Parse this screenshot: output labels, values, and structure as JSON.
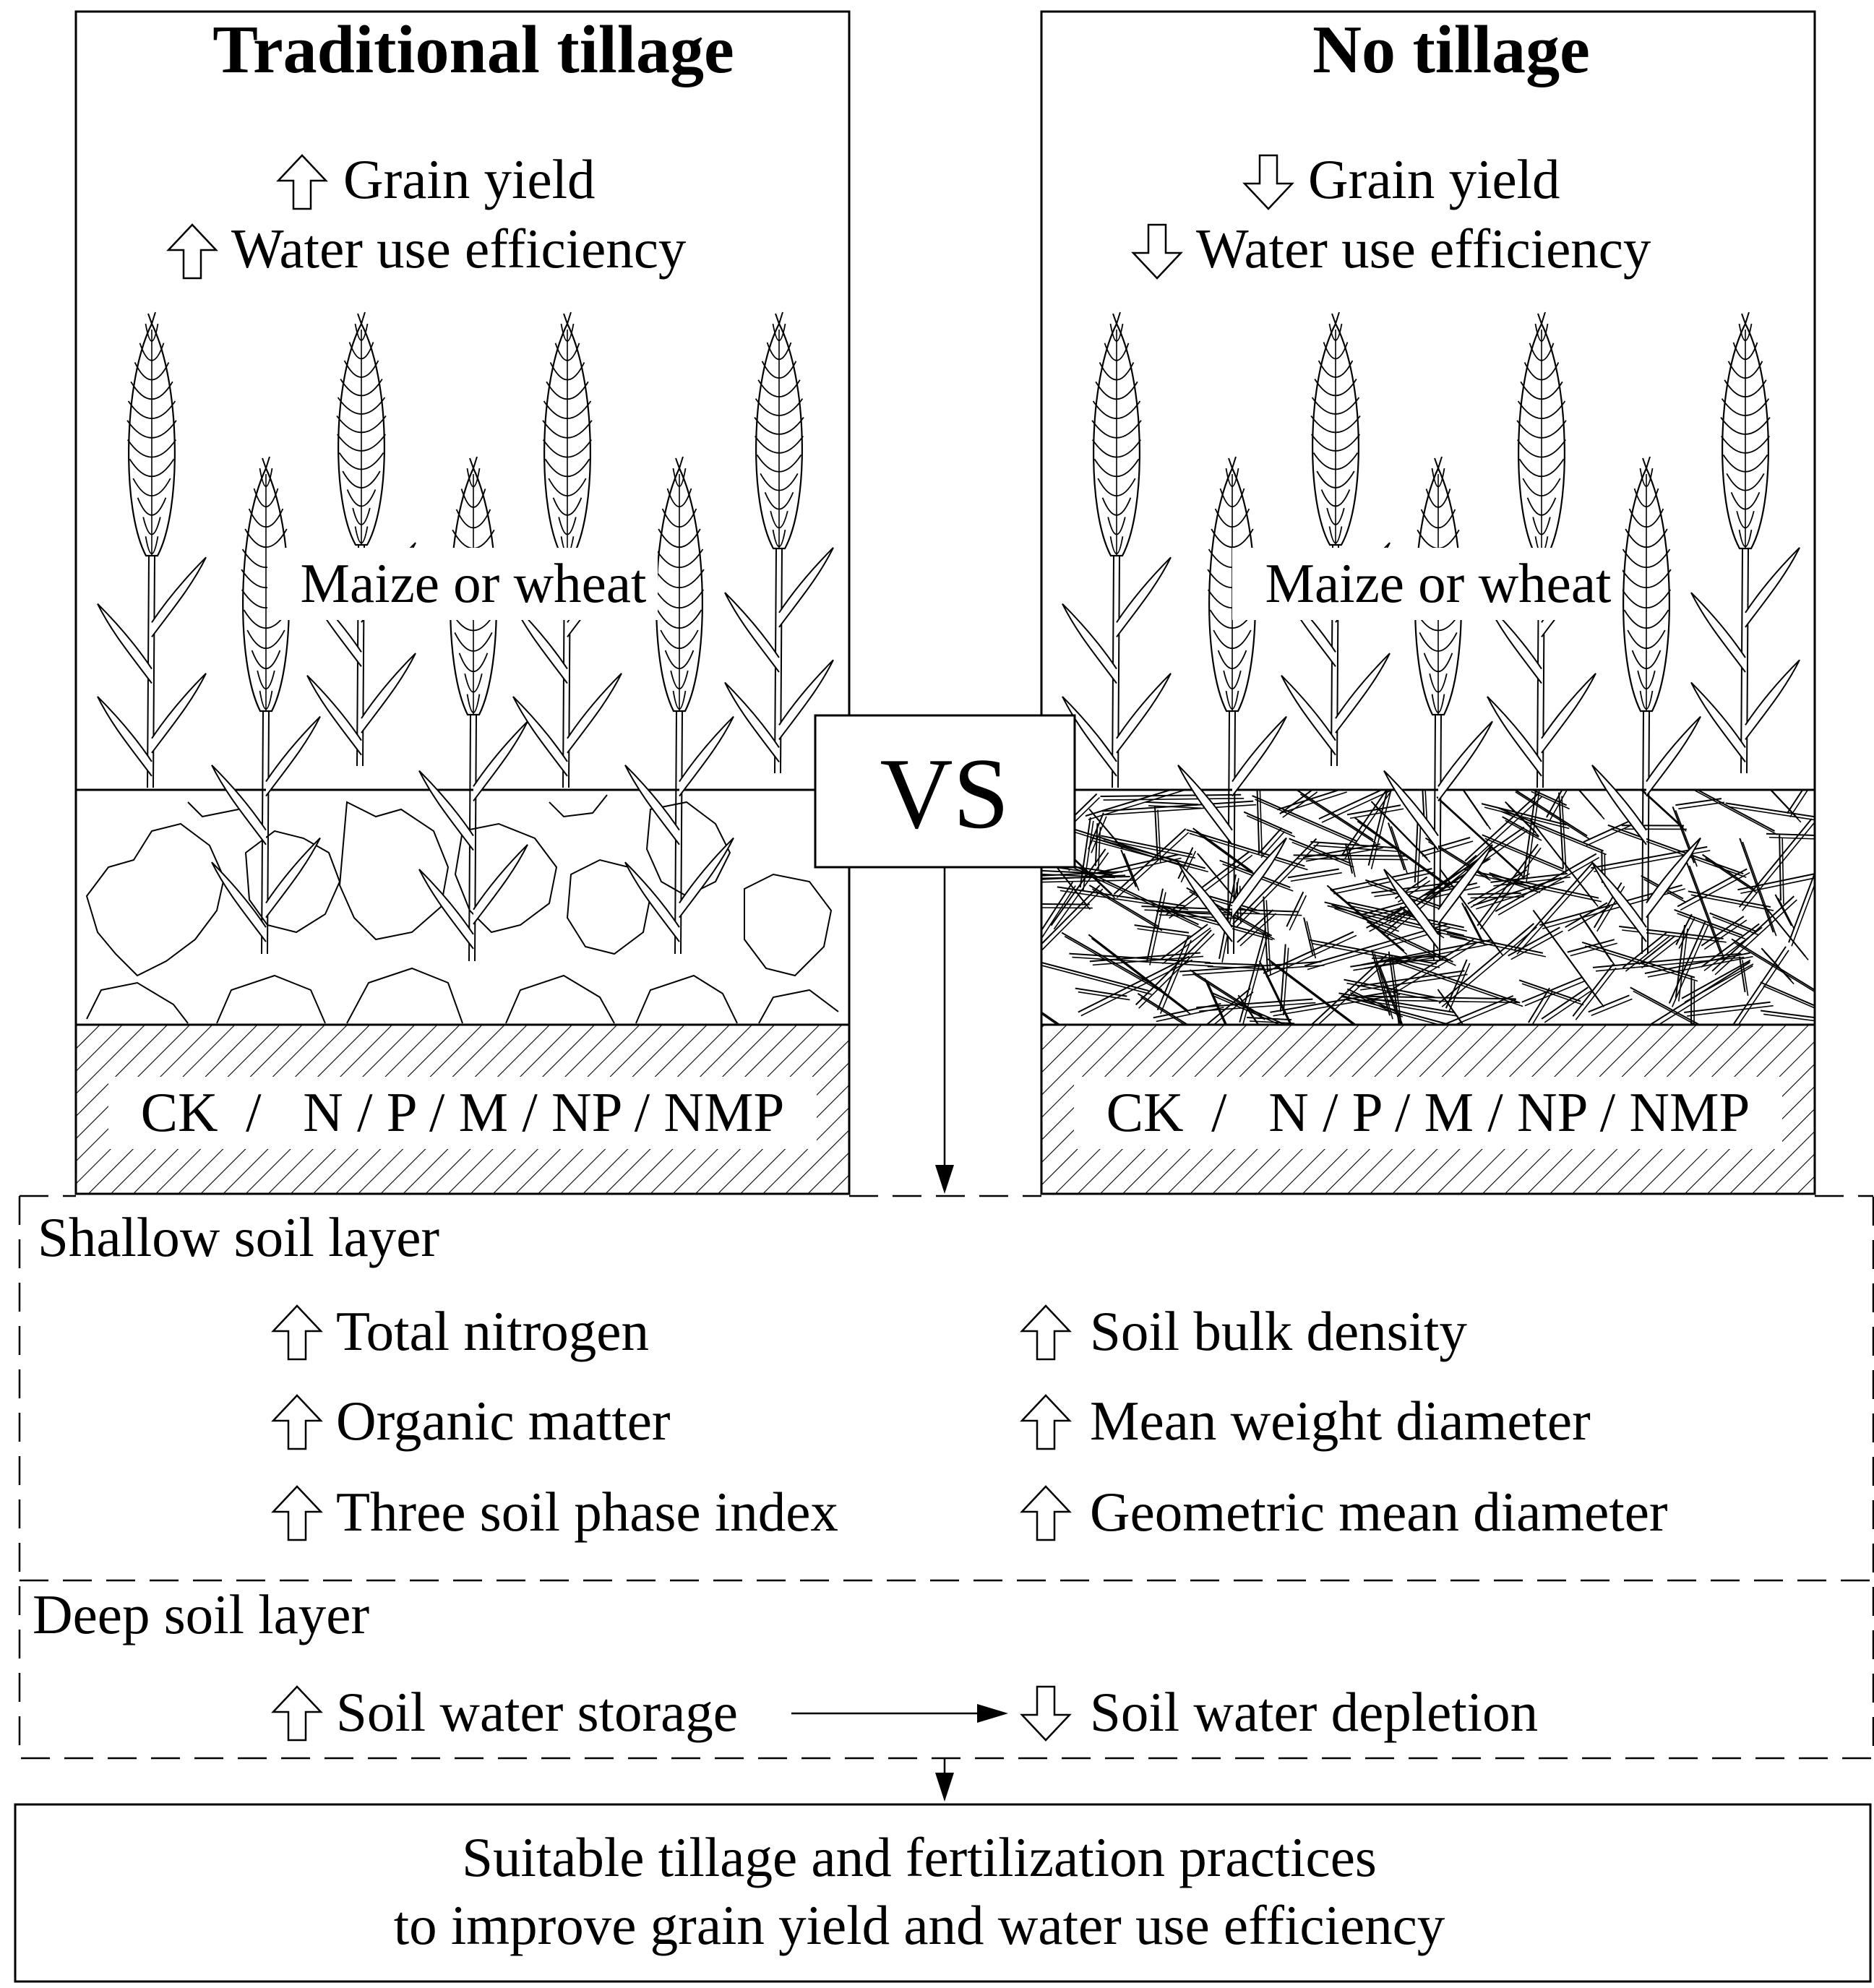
{
  "left_panel": {
    "title": "Traditional tillage",
    "effects": [
      {
        "direction": "up",
        "label": "Grain yield"
      },
      {
        "direction": "up",
        "label": "Water use efficiency"
      }
    ],
    "crop_label": "Maize or wheat",
    "treatments": "CK  /   N / P / M / NP / NMP"
  },
  "right_panel": {
    "title": "No tillage",
    "effects": [
      {
        "direction": "down",
        "label": "Grain yield"
      },
      {
        "direction": "down",
        "label": "Water use efficiency"
      }
    ],
    "crop_label": "Maize or wheat",
    "treatments": "CK  /   N / P / M / NP / NMP"
  },
  "versus_label": "VS",
  "shallow_layer": {
    "heading": "Shallow soil layer",
    "left_items": [
      {
        "direction": "up",
        "label": "Total nitrogen"
      },
      {
        "direction": "up",
        "label": "Organic matter"
      },
      {
        "direction": "up",
        "label": "Three soil phase index"
      }
    ],
    "right_items": [
      {
        "direction": "up",
        "label": "Soil bulk density"
      },
      {
        "direction": "up",
        "label": "Mean weight diameter"
      },
      {
        "direction": "up",
        "label": "Geometric mean diameter"
      }
    ]
  },
  "deep_layer": {
    "heading": "Deep soil layer",
    "cause": {
      "direction": "up",
      "label": "Soil water storage"
    },
    "effect": {
      "direction": "down",
      "label": "Soil water depletion"
    }
  },
  "conclusion": {
    "line1": "Suitable tillage and fertilization practices",
    "line2": "to improve grain yield and water use efficiency"
  },
  "icons": {
    "up": "hollow-up-arrow-icon",
    "down": "hollow-down-arrow-icon",
    "crop": "wheat-ear-icon"
  }
}
